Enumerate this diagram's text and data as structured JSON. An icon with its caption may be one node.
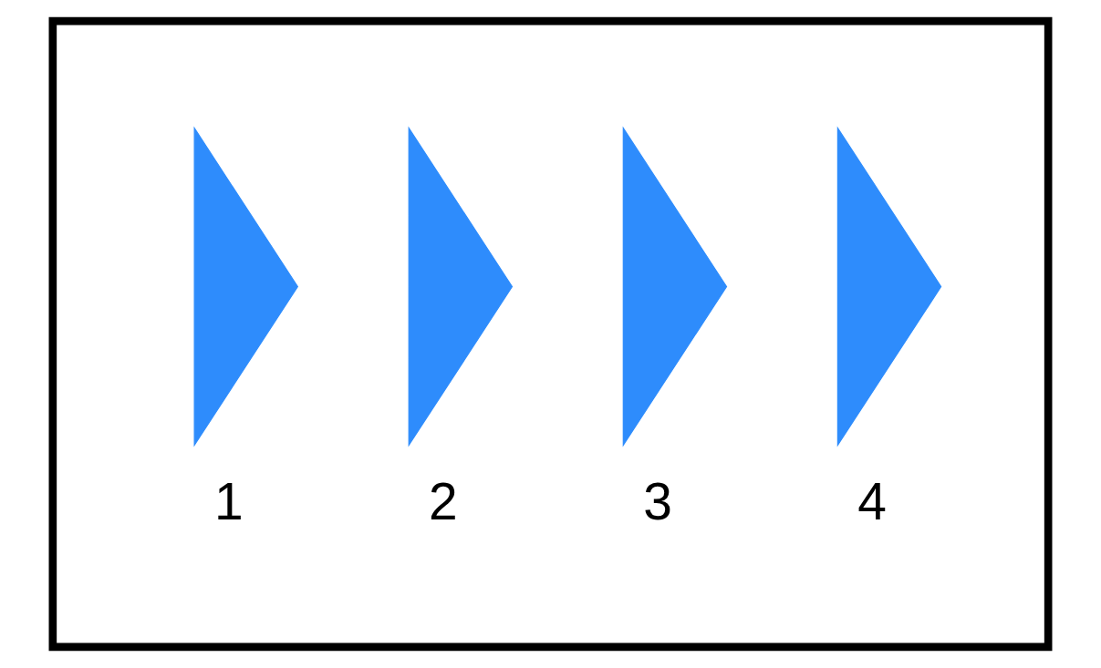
{
  "diagram": {
    "nodes": [
      {
        "text": [],
        "shape": "box"
      },
      {
        "text": [],
        "shape": "triangle",
        "beside": [
          "1"
        ],
        "in": 0
      },
      {
        "text": [],
        "shape": "triangle",
        "beside": [
          "2"
        ],
        "in": 0
      },
      {
        "text": [],
        "shape": "triangle",
        "beside": [
          "3"
        ],
        "in": 0
      },
      {
        "text": [],
        "shape": "triangle",
        "beside": [
          "4"
        ],
        "in": 0
      }
    ]
  }
}
